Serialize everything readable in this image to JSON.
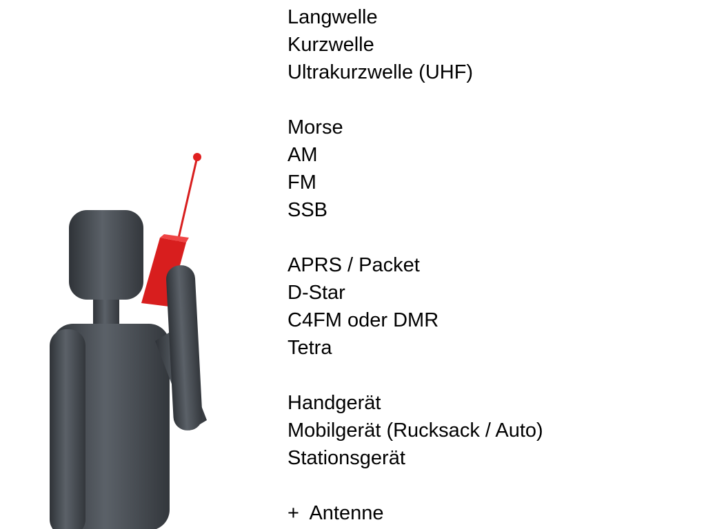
{
  "groups": [
    {
      "items": [
        "Langwelle",
        "Kurzwelle",
        "Ultrakurzwelle (UHF)"
      ]
    },
    {
      "items": [
        "Morse",
        "AM",
        "FM",
        "SSB"
      ]
    },
    {
      "items": [
        "APRS / Packet",
        "D-Star",
        "C4FM oder DMR",
        "Tetra"
      ]
    },
    {
      "items": [
        "Handgerät",
        "Mobilgerät (Rucksack / Auto)",
        "Stationsgerät"
      ]
    },
    {
      "items": [
        "+  Antenne"
      ]
    }
  ],
  "colors": {
    "figure": "#4a4f55",
    "radio": "#d81e1e"
  }
}
